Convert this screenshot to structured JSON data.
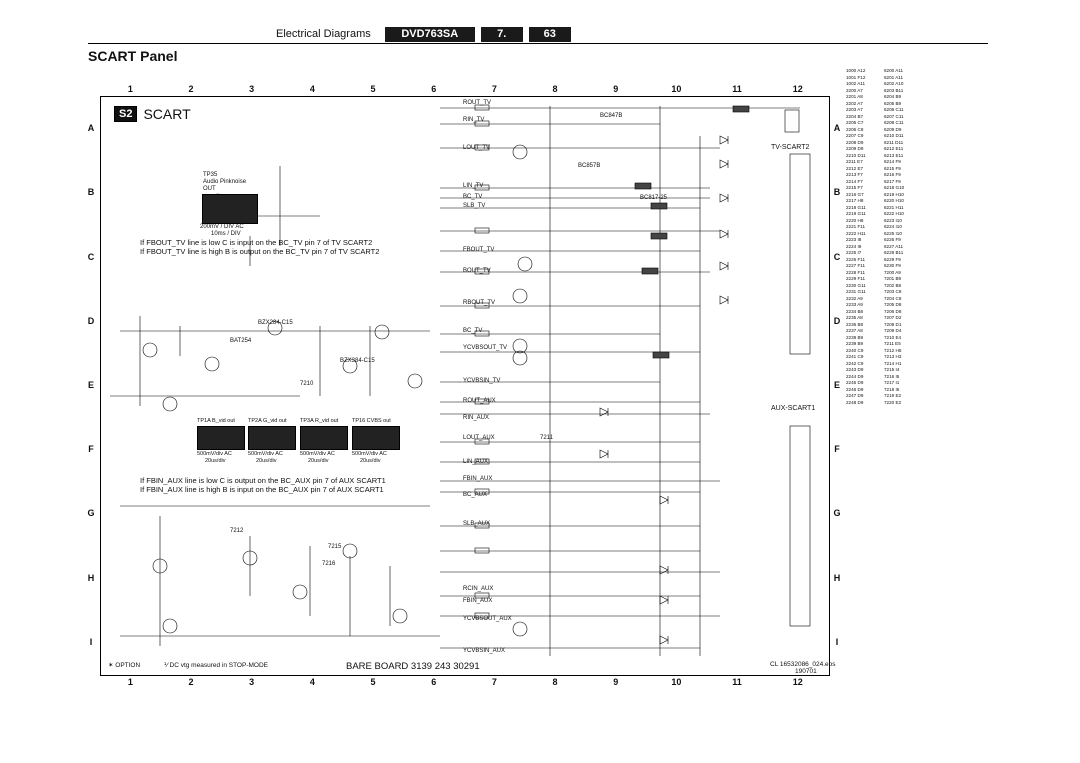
{
  "header": {
    "section": "Electrical Diagrams",
    "model": "DVD763SA",
    "chapter": "7.",
    "page": "63"
  },
  "title": "SCART Panel",
  "badge": {
    "tag": "S2",
    "name": "SCART"
  },
  "columns": [
    "1",
    "2",
    "3",
    "4",
    "5",
    "6",
    "7",
    "8",
    "9",
    "10",
    "11",
    "12"
  ],
  "rows": [
    "A",
    "B",
    "C",
    "D",
    "E",
    "F",
    "G",
    "H",
    "I"
  ],
  "tp35": {
    "name": "TP35",
    "line1": "Audio Pinknoise",
    "line2": "OUT",
    "scale1": "200mV / DIV AC",
    "scale2": "10ms / DIV"
  },
  "notes": {
    "fboutv_low": "If FBOUT_TV line is low C is input on the BC_TV pin 7 of TV SCART2",
    "fboutv_high": "If FBOUT_TV line is high B is output on the BC_TV pin 7 of TV SCART2",
    "fbin_low": "If FBIN_AUX line is low C is output on the BC_AUX pin 7 of AUX SCART1",
    "fbin_high": "If FBIN_AUX line is high B is input on the BC_AUX pin 7 of AUX SCART1"
  },
  "scopes": [
    {
      "label": "TP1A  B_vid out",
      "s1": "500mV/div AC",
      "s2": "20us/div"
    },
    {
      "label": "TP2A  G_vid out",
      "s1": "500mV/div AC",
      "s2": "20us/div"
    },
    {
      "label": "TP3A  R_vid out",
      "s1": "500mV/div AC",
      "s2": "20us/div"
    },
    {
      "label": "TP16  CVBS out",
      "s1": "500mV/div AC",
      "s2": "20us/div"
    }
  ],
  "connectors": {
    "tv": "TV-SCART2",
    "aux": "AUX-SCART1"
  },
  "signals_left": [
    "ROUT_TV",
    "RIN_TV",
    "LOUT_TV",
    "LIN_TV",
    "BC_TV",
    "SLB_TV",
    "FBOUT_TV",
    "BOUT_TV",
    "RBOUT_TV",
    "BC_TV",
    "YCVBSOUT_TV",
    "YCVBSIN_TV",
    "ROUT_AUX",
    "RIN_AUX",
    "LOUT_AUX",
    "LIN_AUX",
    "FBIN_AUX",
    "BC_AUX",
    "SLB_AUX",
    "RCIN_AUX",
    "FBIN_AUX",
    "YCVBSOUT_AUX",
    "YCVBSIN_AUX"
  ],
  "components_sample": [
    "BC847B",
    "BC857B",
    "BC817-25",
    "BZX284-C15",
    "BAT254",
    "BZX384-C15",
    "7210",
    "7211",
    "7212",
    "7215",
    "7216"
  ],
  "index_col1": [
    "1000 A12",
    "1001 F12",
    "1002 A11",
    "2200 A7",
    "2201 A8",
    "2202 A7",
    "2203 A7",
    "2204 B7",
    "2205 C7",
    "2206 C8",
    "2207 C9",
    "2208 D9",
    "2209 D9",
    "2210 D11",
    "2211 E7",
    "2212 E7",
    "2213 F7",
    "2214 F7",
    "2215 F7",
    "2216 G7",
    "2217 H8",
    "2218 G11",
    "2219 G11",
    "2220 H8",
    "2221 F11",
    "2222 H11",
    "2223 I8",
    "2224 I9",
    "2225 I7",
    "2226 F11",
    "2227 F11",
    "2228 F11",
    "2229 F11",
    "2230 G11",
    "2231 G11",
    "2232 A9",
    "2233 A9",
    "2234 B8",
    "2235 A8",
    "2236 B8",
    "2237 A8",
    "2238 B9",
    "2239 B9",
    "2240 C9",
    "2241 C9",
    "2242 C9",
    "2243 D9",
    "2244 D9",
    "2245 D9",
    "2246 D9",
    "2247 D9",
    "2248 D9"
  ],
  "index_col2": [
    "6200 A11",
    "6201 A11",
    "6202 A10",
    "6203 B11",
    "6204 B9",
    "6205 B9",
    "6206 C11",
    "6207 C11",
    "6208 C11",
    "6209 D9",
    "6210 D11",
    "6211 D11",
    "6212 E11",
    "6213 E11",
    "6214 F9",
    "6215 F9",
    "6216 F9",
    "6217 F9",
    "6218 G10",
    "6219 H10",
    "6220 H10",
    "6221 H11",
    "6222 H10",
    "6223 I10",
    "6224 I10",
    "6225 I10",
    "6226 F9",
    "6227 A11",
    "6228 B11",
    "6229 F9",
    "6230 F9",
    "7200 A9",
    "7201 B9",
    "7202 B8",
    "7203 C8",
    "7204 C8",
    "7205 D8",
    "7206 D8",
    "7207 D2",
    "7208 D1",
    "7209 D4",
    "7210 E4",
    "7211 E5",
    "7212 H5",
    "7213 H3",
    "7214 H1",
    "7215 I4",
    "7216 I5",
    "7217 I1",
    "7218 I5",
    "7219 E2",
    "7220 E2"
  ],
  "footer": {
    "option": "OPTION",
    "dc": "DC vtg measured in STOP-MODE",
    "board": "BARE BOARD 3139 243 30291",
    "cl": "CL 16532086_024.eps",
    "date": "190701"
  }
}
